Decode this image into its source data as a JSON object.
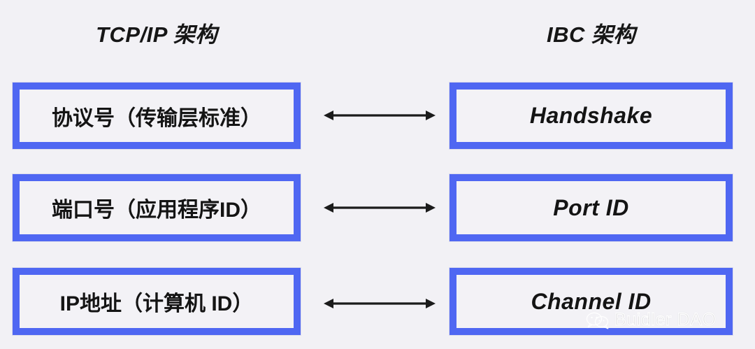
{
  "headers": {
    "left": "TCP/IP 架构",
    "right": "IBC 架构"
  },
  "rows": [
    {
      "left": "协议号（传输层标准）",
      "right": "Handshake",
      "arrow": "double-headed-arrow"
    },
    {
      "left": "端口号（应用程序ID）",
      "right": "Port ID",
      "arrow": "double-headed-arrow"
    },
    {
      "left": "IP地址（计算机 ID）",
      "right": "Channel ID",
      "arrow": "double-headed-arrow"
    }
  ],
  "watermark": {
    "text": "Buidler DAO",
    "icon": "wechat-icon"
  },
  "colors": {
    "background": "#f2f1f5",
    "box_border": "#4f67f2",
    "box_fill": "#f3f2f6",
    "text": "#141414",
    "arrow": "#1b1b1b"
  }
}
